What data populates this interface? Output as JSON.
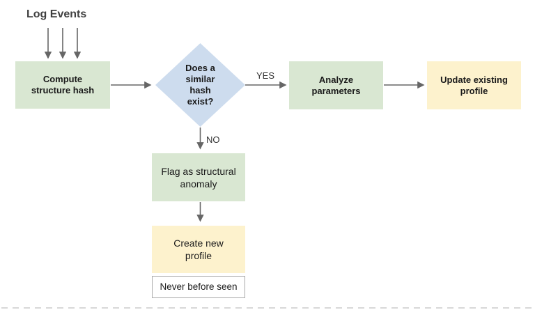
{
  "title": "Log Events",
  "nodes": {
    "compute_structure_hash": {
      "lines": [
        "Compute",
        "structure hash"
      ]
    },
    "similar_hash_decision": {
      "lines": [
        "Does a",
        "similar",
        "hash",
        "exist?"
      ]
    },
    "analyze_parameters": {
      "lines": [
        "Analyze",
        "parameters"
      ]
    },
    "update_existing_profile": {
      "lines": [
        "Update existing",
        "profile"
      ]
    },
    "flag_structural_anomaly": {
      "lines": [
        "Flag as structural",
        "anomaly"
      ]
    },
    "create_new_profile": {
      "lines": [
        "Create new",
        "profile"
      ]
    },
    "never_before_seen_note": {
      "lines": [
        "Never before seen"
      ]
    }
  },
  "edge_labels": {
    "yes": "YES",
    "no": "NO"
  },
  "edges": [
    {
      "from": "log_events",
      "to": "compute_structure_hash",
      "label": ""
    },
    {
      "from": "compute_structure_hash",
      "to": "similar_hash_decision",
      "label": ""
    },
    {
      "from": "similar_hash_decision",
      "to": "analyze_parameters",
      "label": "YES"
    },
    {
      "from": "analyze_parameters",
      "to": "update_existing_profile",
      "label": ""
    },
    {
      "from": "similar_hash_decision",
      "to": "flag_structural_anomaly",
      "label": "NO"
    },
    {
      "from": "flag_structural_anomaly",
      "to": "create_new_profile",
      "label": ""
    }
  ],
  "colors": {
    "process_fill": "#d9e7d2",
    "decision_fill": "#cddcee",
    "output_fill": "#fdf2cd",
    "note_border": "#a9a9a9",
    "arrow": "#666666",
    "divider": "#d8d8d8"
  }
}
